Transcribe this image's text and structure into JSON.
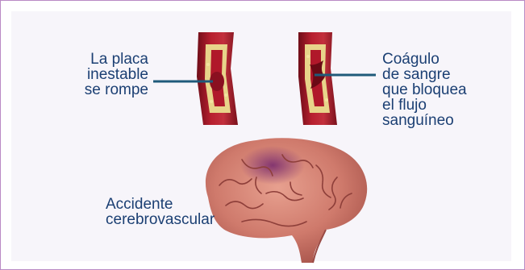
{
  "labels": {
    "plaque_rupture": "La placa\ninestable\nse rompe",
    "blood_clot": "Coágulo\nde sangre\nque bloquea\nel flujo\nsanguíneo",
    "stroke": "Accidente\ncerebrovascular"
  },
  "colors": {
    "frame_border": "#b98ac4",
    "panel_background": "#f7f5fa",
    "label_text": "#1b3f73",
    "pointer_line": "#1f5a7a",
    "artery_wall": "#a0182a",
    "plaque": "#e8d48a",
    "brain": "#cf7a6c"
  }
}
